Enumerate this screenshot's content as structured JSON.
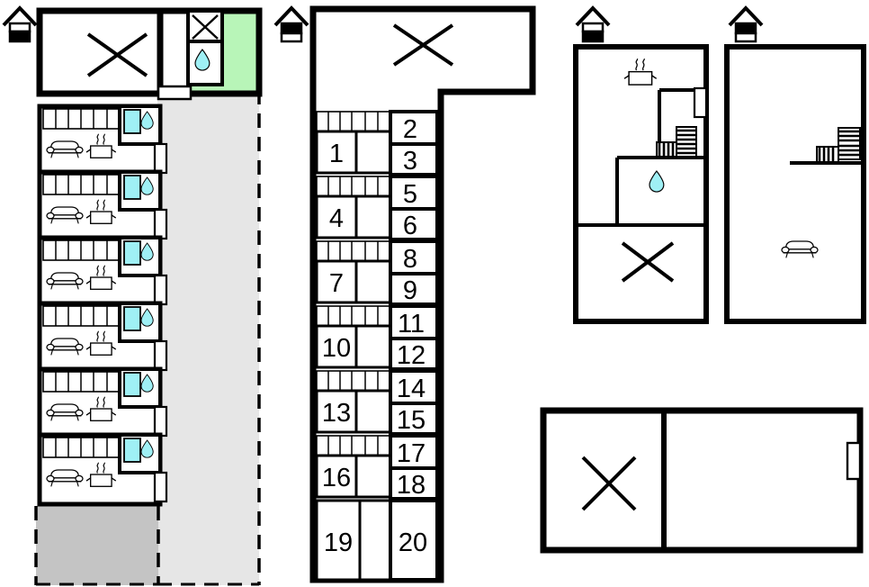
{
  "document": {
    "type": "floor-plan",
    "title": "Building floor plans",
    "plan_count": 5
  },
  "colors": {
    "wall": "#000000",
    "thin_wall": "#000000",
    "terrace_green": "#b8f5b8",
    "water_cyan": "#9ff0f5",
    "area_gray_dark": "#c4c4c4",
    "area_gray_light": "#e6e6e6",
    "background": "#ffffff"
  },
  "icons": {
    "house_ground_floor": "house-icon-ground-floor",
    "house_first_floor": "house-icon-first-floor",
    "sofa": "sofa-icon",
    "stove": "stove-icon",
    "water_drop": "water-drop-icon",
    "bathtub": "bathtub-icon",
    "cross_room": "crossed-room-icon",
    "stairs": "stairs-icon",
    "door": "door-icon",
    "kitchen_counter": "kitchen-counter-icon"
  },
  "plans": [
    {
      "id": "plan-1",
      "name": "apartment-block-ground-floor",
      "floor_marker": "house-icon-ground-floor",
      "unit_count": 6,
      "features": [
        "crossed-room",
        "terrace",
        "bathroom",
        "gray-area-dark",
        "gray-area-light"
      ]
    },
    {
      "id": "plan-2",
      "name": "numbered-units-first-floor",
      "floor_marker": "house-icon-first-floor",
      "unit_numbers": [
        1,
        2,
        3,
        4,
        5,
        6,
        7,
        8,
        9,
        10,
        11,
        12,
        13,
        14,
        15,
        16,
        17,
        18,
        19,
        20
      ],
      "rows": [
        {
          "left": "1",
          "right_top": "2",
          "right_bottom": "3"
        },
        {
          "left": "4",
          "right_top": "5",
          "right_bottom": "6"
        },
        {
          "left": "7",
          "right_top": "8",
          "right_bottom": "9"
        },
        {
          "left": "10",
          "right_top": "11",
          "right_bottom": "12"
        },
        {
          "left": "13",
          "right_top": "14",
          "right_bottom": "15"
        },
        {
          "left": "16",
          "right_top": "17",
          "right_bottom": "18"
        },
        {
          "left": "19",
          "right_top": "",
          "right_bottom": "20"
        }
      ]
    },
    {
      "id": "plan-3",
      "name": "house-ground-floor",
      "floor_marker": "house-icon-ground-floor",
      "features": [
        "stove",
        "stairs",
        "bathroom",
        "crossed-room",
        "door"
      ]
    },
    {
      "id": "plan-4",
      "name": "house-first-floor",
      "floor_marker": "house-icon-first-floor",
      "features": [
        "stairs",
        "sofa"
      ]
    },
    {
      "id": "plan-5",
      "name": "garage-plan",
      "floor_marker": "",
      "features": [
        "crossed-room",
        "door"
      ]
    }
  ],
  "numbers": {
    "n1": "1",
    "n2": "2",
    "n3": "3",
    "n4": "4",
    "n5": "5",
    "n6": "6",
    "n7": "7",
    "n8": "8",
    "n9": "9",
    "n10": "10",
    "n11": "11",
    "n12": "12",
    "n13": "13",
    "n14": "14",
    "n15": "15",
    "n16": "16",
    "n17": "17",
    "n18": "18",
    "n19": "19",
    "n20": "20"
  }
}
